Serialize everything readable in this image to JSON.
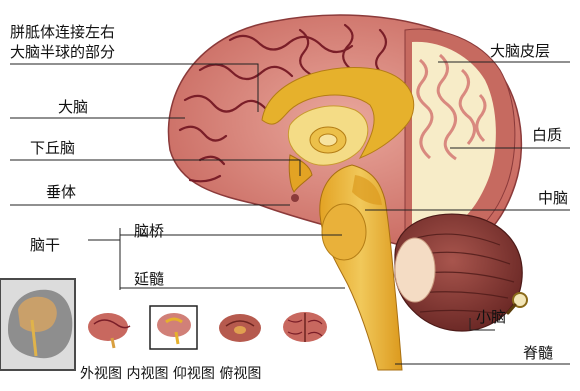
{
  "labels": {
    "corpus_callosum": "胼胝体连接左右\n大脑半球的部分",
    "cerebrum": "大脑",
    "hypothalamus": "下丘脑",
    "pituitary": "垂体",
    "brainstem": "脑干",
    "pons": "脑桥",
    "medulla": "延髓",
    "cortex": "大脑皮层",
    "white_matter": "白质",
    "midbrain": "中脑",
    "cerebellum": "小脑",
    "spinal_cord": "脊髓"
  },
  "view_tabs": {
    "label_line": "外视图 内视图 仰视图 俯视图",
    "items": [
      "外视图",
      "内视图",
      "仰视图",
      "俯视图"
    ],
    "selected_index": 1
  },
  "colors": {
    "cortex_pink": "#d9897f",
    "gyri_line": "#7a1e28",
    "inner_yellow": "#e6b12c",
    "light_yellow": "#f4dc86",
    "white_matter": "#f7ecc8",
    "cerebellum": "#8e3b36",
    "frame": "#4a4a4a"
  },
  "icons": {
    "magnifier": "magnifier-icon"
  }
}
